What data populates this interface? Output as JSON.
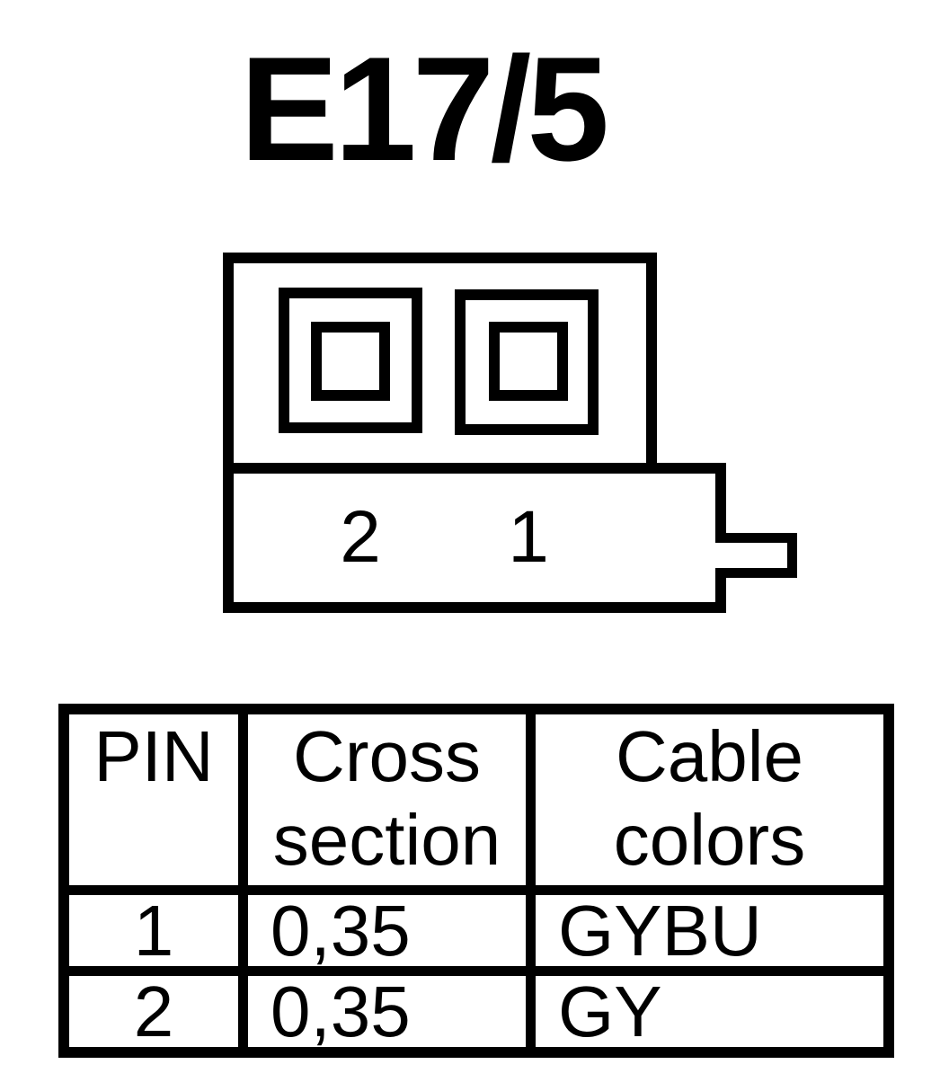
{
  "page": {
    "title": "E17/5"
  },
  "colors": {
    "ink": "#000000",
    "paper": "#ffffff"
  },
  "connector": {
    "pin_labels": [
      "2",
      "1"
    ]
  },
  "table": {
    "headers": [
      "PIN",
      "Cross section",
      "Cable colors"
    ],
    "rows": [
      {
        "pin": "1",
        "cross_section": "0,35",
        "cable_colors": "GYBU"
      },
      {
        "pin": "2",
        "cross_section": "0,35",
        "cable_colors": "GY"
      }
    ]
  }
}
